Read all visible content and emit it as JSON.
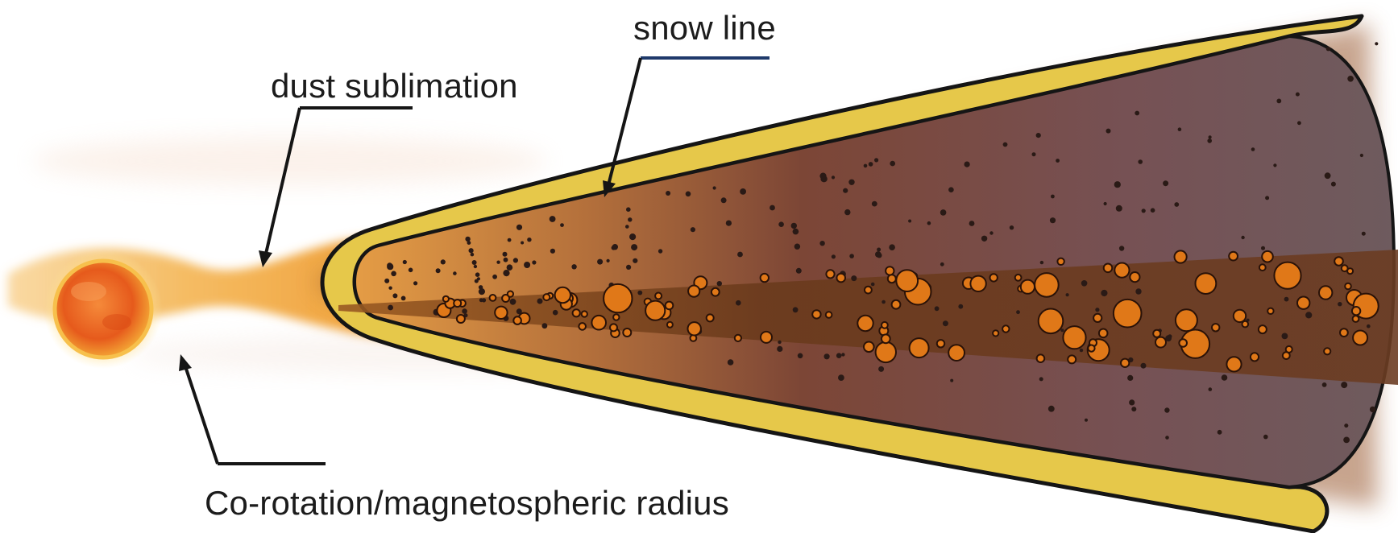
{
  "labels": {
    "snow_line": "snow line",
    "dust_sublimation": "dust sublimation",
    "corotation_radius": "Co-rotation/magnetospheric radius"
  },
  "colors": {
    "rim_yellow": "#e6c84a",
    "disk_inner": "#e8a040",
    "disk_mid": "#7a4535",
    "disk_outer": "#6e5a5c",
    "midplane": "#6b3a1e",
    "grain_orange": "#e07818",
    "snow_line_rule": "#1f3a6b",
    "star_core": "#f06a1e"
  }
}
